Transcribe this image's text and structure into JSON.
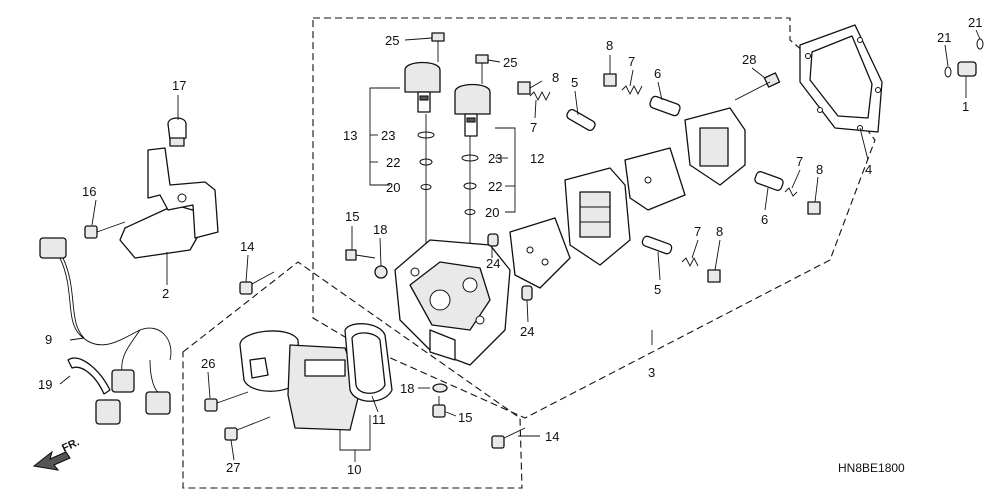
{
  "diagram_code": "HN8BE1800",
  "direction_arrow": {
    "label": "FR.",
    "icon": "front-direction-arrow-icon"
  },
  "callouts": {
    "c1": "1",
    "c2": "2",
    "c3": "3",
    "c4": "4",
    "c5a": "5",
    "c5b": "5",
    "c6a": "6",
    "c6b": "6",
    "c7a": "7",
    "c7b": "7",
    "c7c": "7",
    "c7d": "7",
    "c8a": "8",
    "c8b": "8",
    "c8c": "8",
    "c8d": "8",
    "c9": "9",
    "c10": "10",
    "c11": "11",
    "c12": "12",
    "c13": "13",
    "c14a": "14",
    "c14b": "14",
    "c15a": "15",
    "c15b": "15",
    "c16": "16",
    "c17": "17",
    "c18a": "18",
    "c18b": "18",
    "c19": "19",
    "c20a": "20",
    "c20b": "20",
    "c21a": "21",
    "c21b": "21",
    "c22a": "22",
    "c22b": "22",
    "c23a": "23",
    "c23b": "23",
    "c24a": "24",
    "c24b": "24",
    "c25a": "25",
    "c25b": "25",
    "c26": "26",
    "c27": "27",
    "c28": "28"
  }
}
